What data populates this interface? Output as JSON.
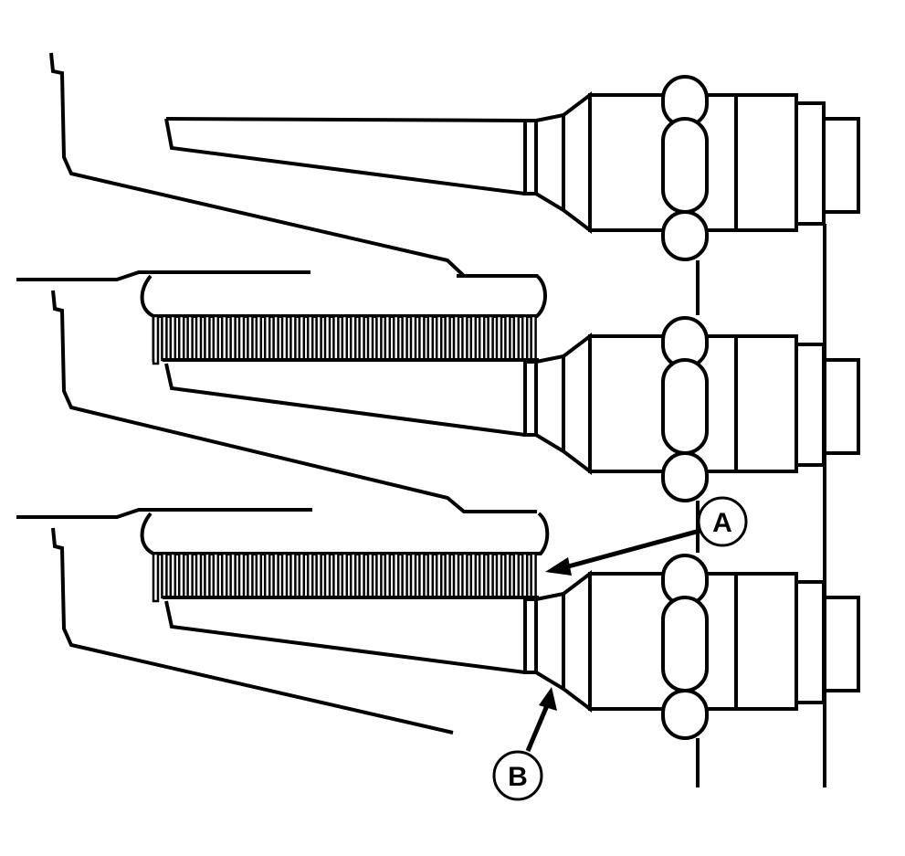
{
  "diagram": {
    "description": "Three threaded sensor assemblies with toothed tone wheels",
    "callouts": [
      {
        "id": "A",
        "label": "A",
        "points_to": "tone wheel teeth"
      },
      {
        "id": "B",
        "label": "B",
        "points_to": "sensor tip"
      }
    ],
    "colors": {
      "line": "#000000",
      "background": "#ffffff"
    }
  }
}
